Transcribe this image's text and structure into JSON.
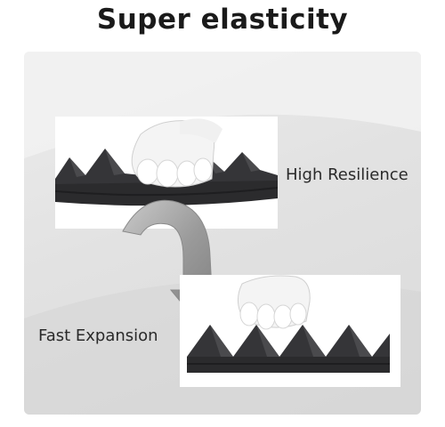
{
  "title": "Super elasticity",
  "labels": {
    "top": "High Resilience",
    "bottom": "Fast Expansion"
  },
  "icons": {
    "arrow": "curved-down-arrow-icon",
    "hand": "gloved-hand-icon"
  },
  "colors": {
    "foam": "#2b2b2d",
    "foam_light": "#4a4a4d",
    "arrow": "#9a9a9a",
    "glove": "#f4f4f4"
  }
}
